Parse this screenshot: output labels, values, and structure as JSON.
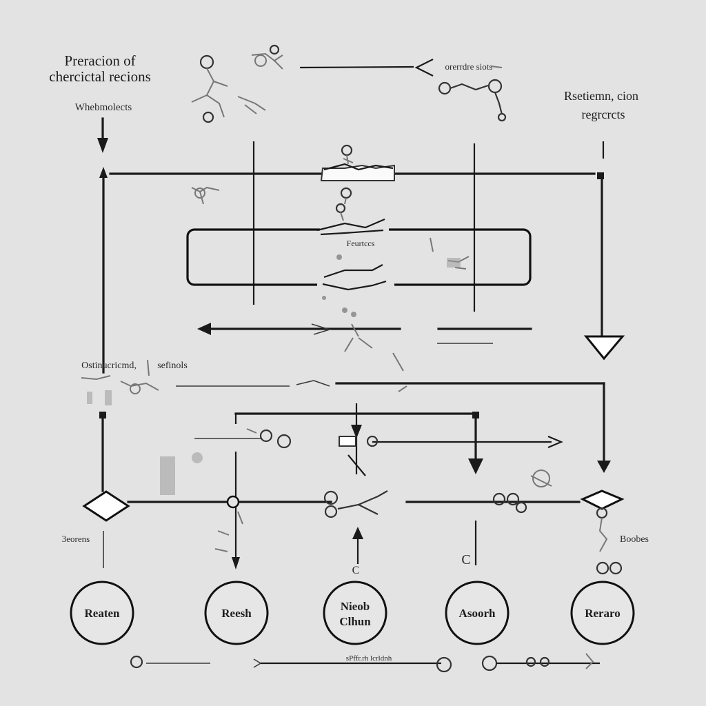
{
  "diagram": {
    "title_line1": "Preracion of",
    "title_line2": "chercictal recions",
    "subtitle_left": "Whebmolects",
    "label_top_center": "orerrdre siots",
    "label_right_line1": "Rsetiemn, cion",
    "label_right_line2": "regrcrcts",
    "box_label": "Feurtccs",
    "label_mid_left_a": "Ostinucricmd,",
    "label_mid_left_b": "sefinols",
    "label_bottom_left": "3eorens",
    "label_bottom_right": "Boobes",
    "label_bottom_right_b": "C",
    "label_bottom_center_b": "C",
    "footer_center": "sPffr.rh lcrldnh",
    "nodes": [
      {
        "id": "n1",
        "label_line1": "Reaten",
        "label_line2": ""
      },
      {
        "id": "n2",
        "label_line1": "Reesh",
        "label_line2": ""
      },
      {
        "id": "n3",
        "label_line1": "Nieob",
        "label_line2": "Clhun"
      },
      {
        "id": "n4",
        "label_line1": "Asoorh",
        "label_line2": ""
      },
      {
        "id": "n5",
        "label_line1": "Reraro",
        "label_line2": ""
      }
    ]
  },
  "colors": {
    "background": "#e3e3e3",
    "line": "#1a1a1a",
    "node_fill": "#e6e6e6",
    "diamond_fill": "#ffffff"
  }
}
